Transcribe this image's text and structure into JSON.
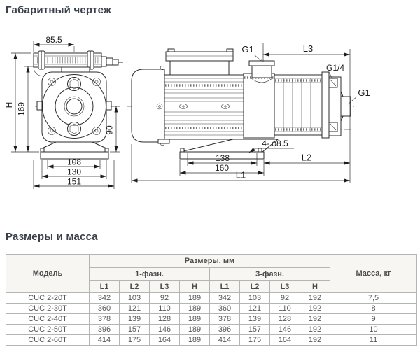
{
  "titles": {
    "drawing": "Габаритный чертеж",
    "table": "Размеры и масса"
  },
  "drawing": {
    "front": {
      "dim_top": "85.5",
      "dim_h": "H",
      "dim_169": "169",
      "dim_90": "90",
      "dim_108": "108",
      "dim_130": "130",
      "dim_151": "151"
    },
    "side": {
      "label_g1_top": "G1",
      "label_g1_right": "G1",
      "label_g14": "G1/4",
      "label_holes": "4- ϕ8.5",
      "dim_l1": "L1",
      "dim_l2": "L2",
      "dim_l3": "L3",
      "dim_138": "138",
      "dim_160": "160"
    }
  },
  "table": {
    "header": {
      "model": "Модель",
      "dims_group": "Размеры, мм",
      "mass": "Масса, кг",
      "phase1": "1-фазн.",
      "phase3": "3-фазн.",
      "cols": [
        "L1",
        "L2",
        "L3",
        "H"
      ]
    },
    "rows": [
      {
        "model": "CUC 2-20T",
        "p1": [
          "342",
          "103",
          "92",
          "189"
        ],
        "p3": [
          "342",
          "103",
          "92",
          "192"
        ],
        "mass": "7,5"
      },
      {
        "model": "CUC 2-30T",
        "p1": [
          "360",
          "121",
          "110",
          "189"
        ],
        "p3": [
          "360",
          "121",
          "110",
          "192"
        ],
        "mass": "8"
      },
      {
        "model": "CUC 2-40T",
        "p1": [
          "378",
          "139",
          "128",
          "189"
        ],
        "p3": [
          "378",
          "139",
          "128",
          "192"
        ],
        "mass": "9"
      },
      {
        "model": "CUC 2-50T",
        "p1": [
          "396",
          "157",
          "146",
          "189"
        ],
        "p3": [
          "396",
          "157",
          "146",
          "192"
        ],
        "mass": "10"
      },
      {
        "model": "CUC 2-60T",
        "p1": [
          "414",
          "175",
          "164",
          "189"
        ],
        "p3": [
          "414",
          "175",
          "164",
          "192"
        ],
        "mass": "11"
      }
    ]
  },
  "colors": {
    "heading_text": "#3a414b",
    "drawing_line": "#2b2b2b",
    "table_outer_border": "#8d8d8d",
    "table_inner_border": "#b5b5b5",
    "table_header_bg": "#f7f6f3",
    "table_text": "#575757"
  }
}
